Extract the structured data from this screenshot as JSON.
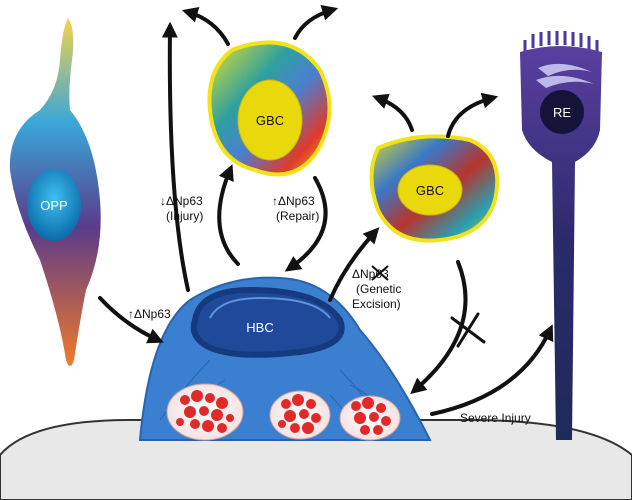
{
  "cells": {
    "opp": "OPP",
    "gbc_top": "GBC",
    "gbc_right": "GBC",
    "hbc": "HBC",
    "re": "RE"
  },
  "annotations": {
    "opp_to_hbc": "↑ΔNp63",
    "injury_line1": "↓ΔNp63",
    "injury_line2": "(Injury)",
    "repair_line1": "↑ΔNp63",
    "repair_line2": "(Repair)",
    "excision_line1": "ΔNp63",
    "excision_line2": "(Genetic",
    "excision_line3": "Excision)",
    "severe": "Severe Injury"
  },
  "colors": {
    "hbc_blue": "#3b7fd0",
    "gbc_outline": "#f2e21a",
    "nucleus": "#e9d80c",
    "re_purple": "#3b2a78",
    "tissue": "#e8e8e8"
  }
}
